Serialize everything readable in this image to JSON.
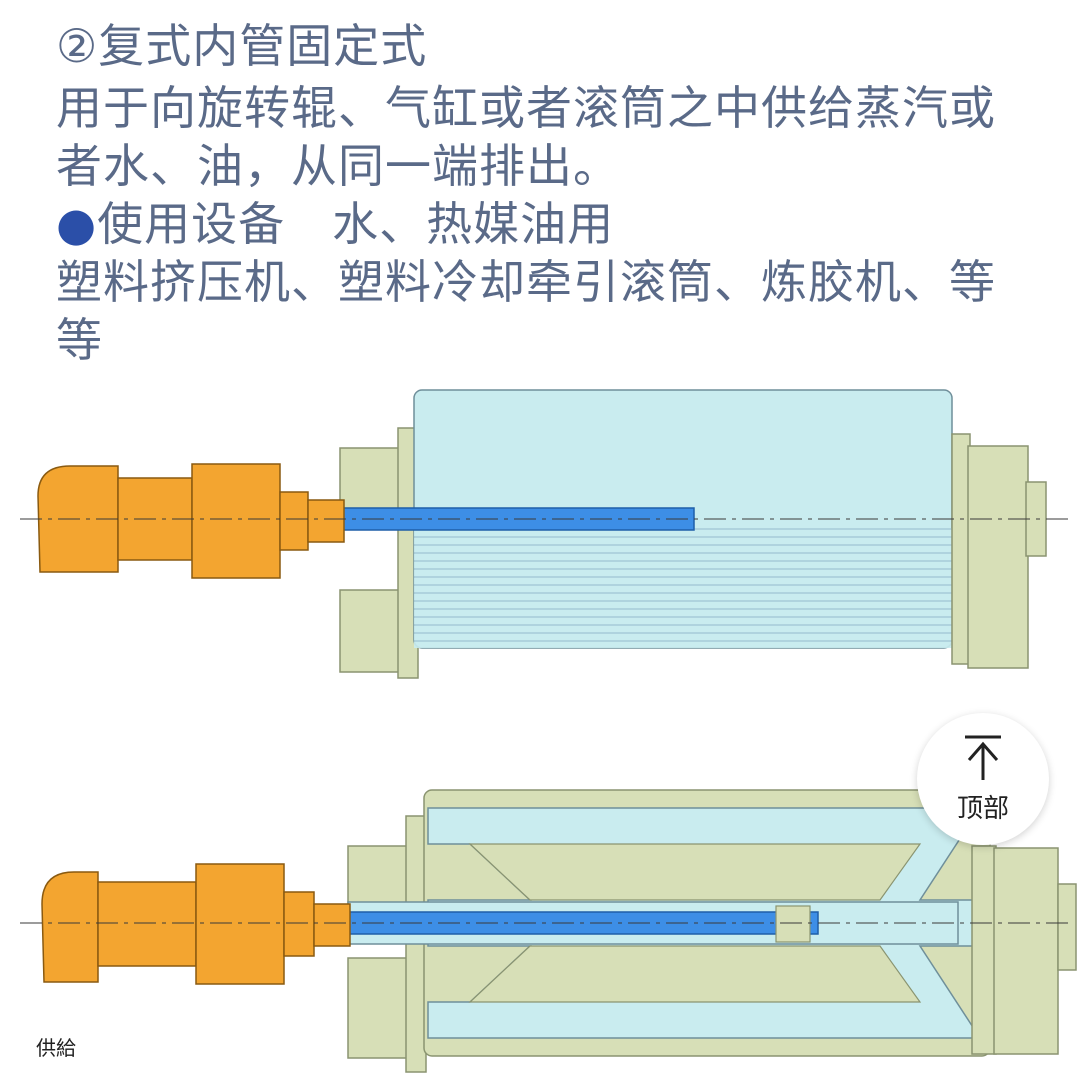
{
  "text": {
    "heading": "②复式内管固定式",
    "description_line1": "用于向旋转辊、气缸或者滚筒之中供给蒸汽或",
    "description_line2": "者水、油，从同一端排出。",
    "bullet_mark": "●",
    "usage_line": "使用设备　水、热媒油用",
    "equipment_line1": "塑料挤压机、塑料冷却牵引滚筒、炼胶机、等",
    "equipment_line2": "等"
  },
  "diagram": {
    "caption": "供給"
  },
  "back_to_top": {
    "label": "顶部",
    "icon": "arrow-up-icon"
  },
  "colors": {
    "text": "#5a6a88",
    "joint_orange": "#f3a530",
    "frame_olive": "#d7dfb7",
    "drum_cyan": "#c9ecef",
    "pipe_blue": "#3d8ee6"
  }
}
